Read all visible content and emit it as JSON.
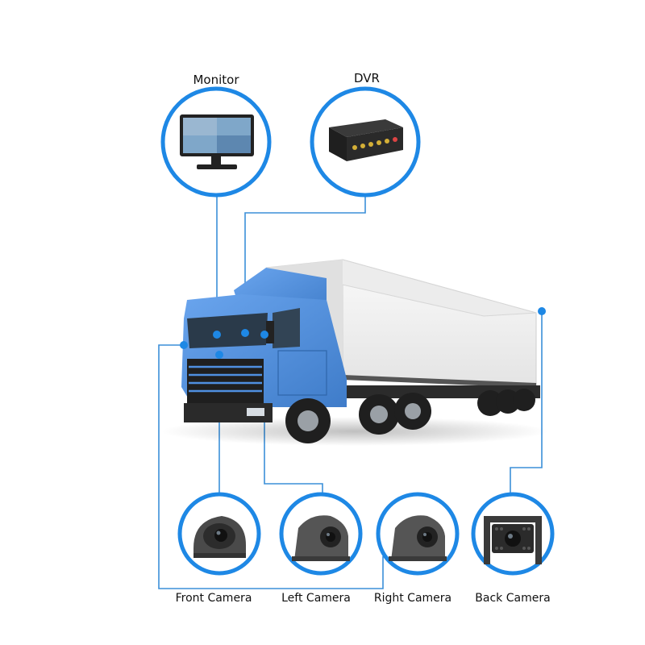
{
  "components": {
    "monitor": {
      "label": "Monitor"
    },
    "dvr": {
      "label": "DVR"
    }
  },
  "cameras": [
    {
      "id": "front",
      "label": "Front Camera"
    },
    {
      "id": "left",
      "label": "Left Camera"
    },
    {
      "id": "right",
      "label": "Right Camera"
    },
    {
      "id": "back",
      "label": "Back Camera"
    }
  ],
  "colors": {
    "accent": "#1e88e5",
    "line": "#3b8fd9",
    "cab": "#4f8fe0",
    "trailer": "#f2f2f2",
    "tire": "#1f1f1f"
  }
}
